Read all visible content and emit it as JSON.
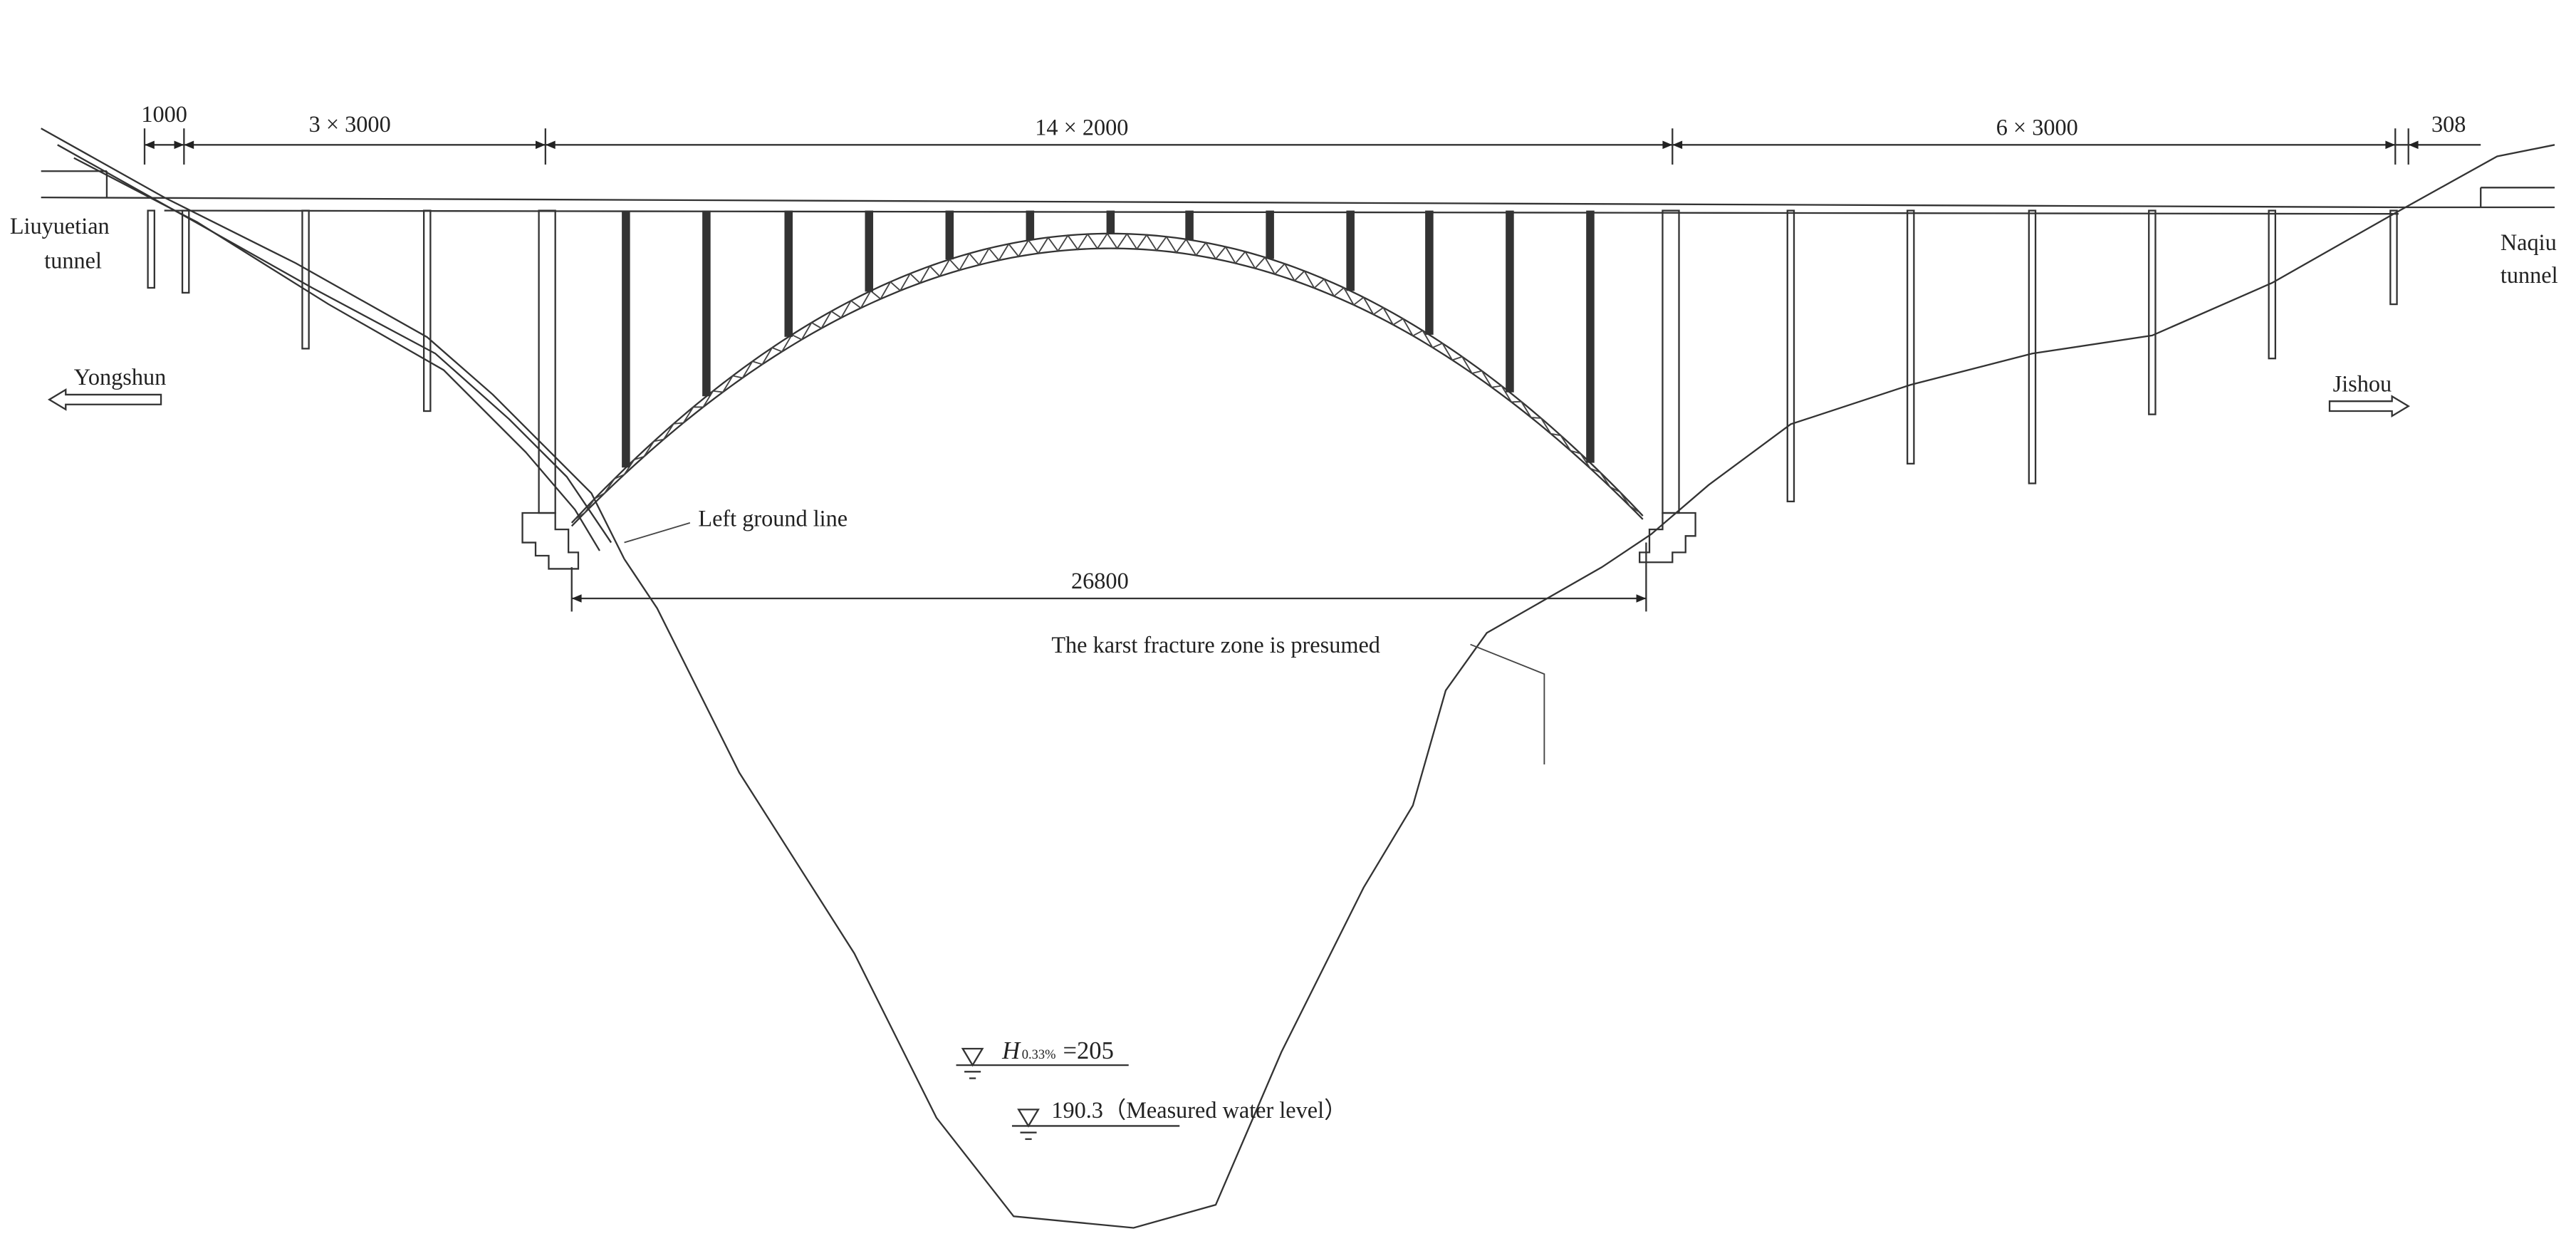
{
  "dimensions": {
    "d1": "1000",
    "d2": "3 × 3000",
    "d3": "14 × 2000",
    "d4": "6 × 3000",
    "d5": "308",
    "arch_span": "26800"
  },
  "labels": {
    "left_tunnel_1": "Liuyuetian",
    "left_tunnel_2": "tunnel",
    "right_tunnel_1": "Naqiu",
    "right_tunnel_2": "tunnel",
    "left_direction": "Yongshun",
    "right_direction": "Jishou",
    "left_ground_line": "Left ground line",
    "karst": "The karst fracture zone is presumed",
    "flood_level_symbol": "H",
    "flood_level_sub": "0.33%",
    "flood_level_value": "=205",
    "measured_level": "190.3（Measured water level）"
  }
}
